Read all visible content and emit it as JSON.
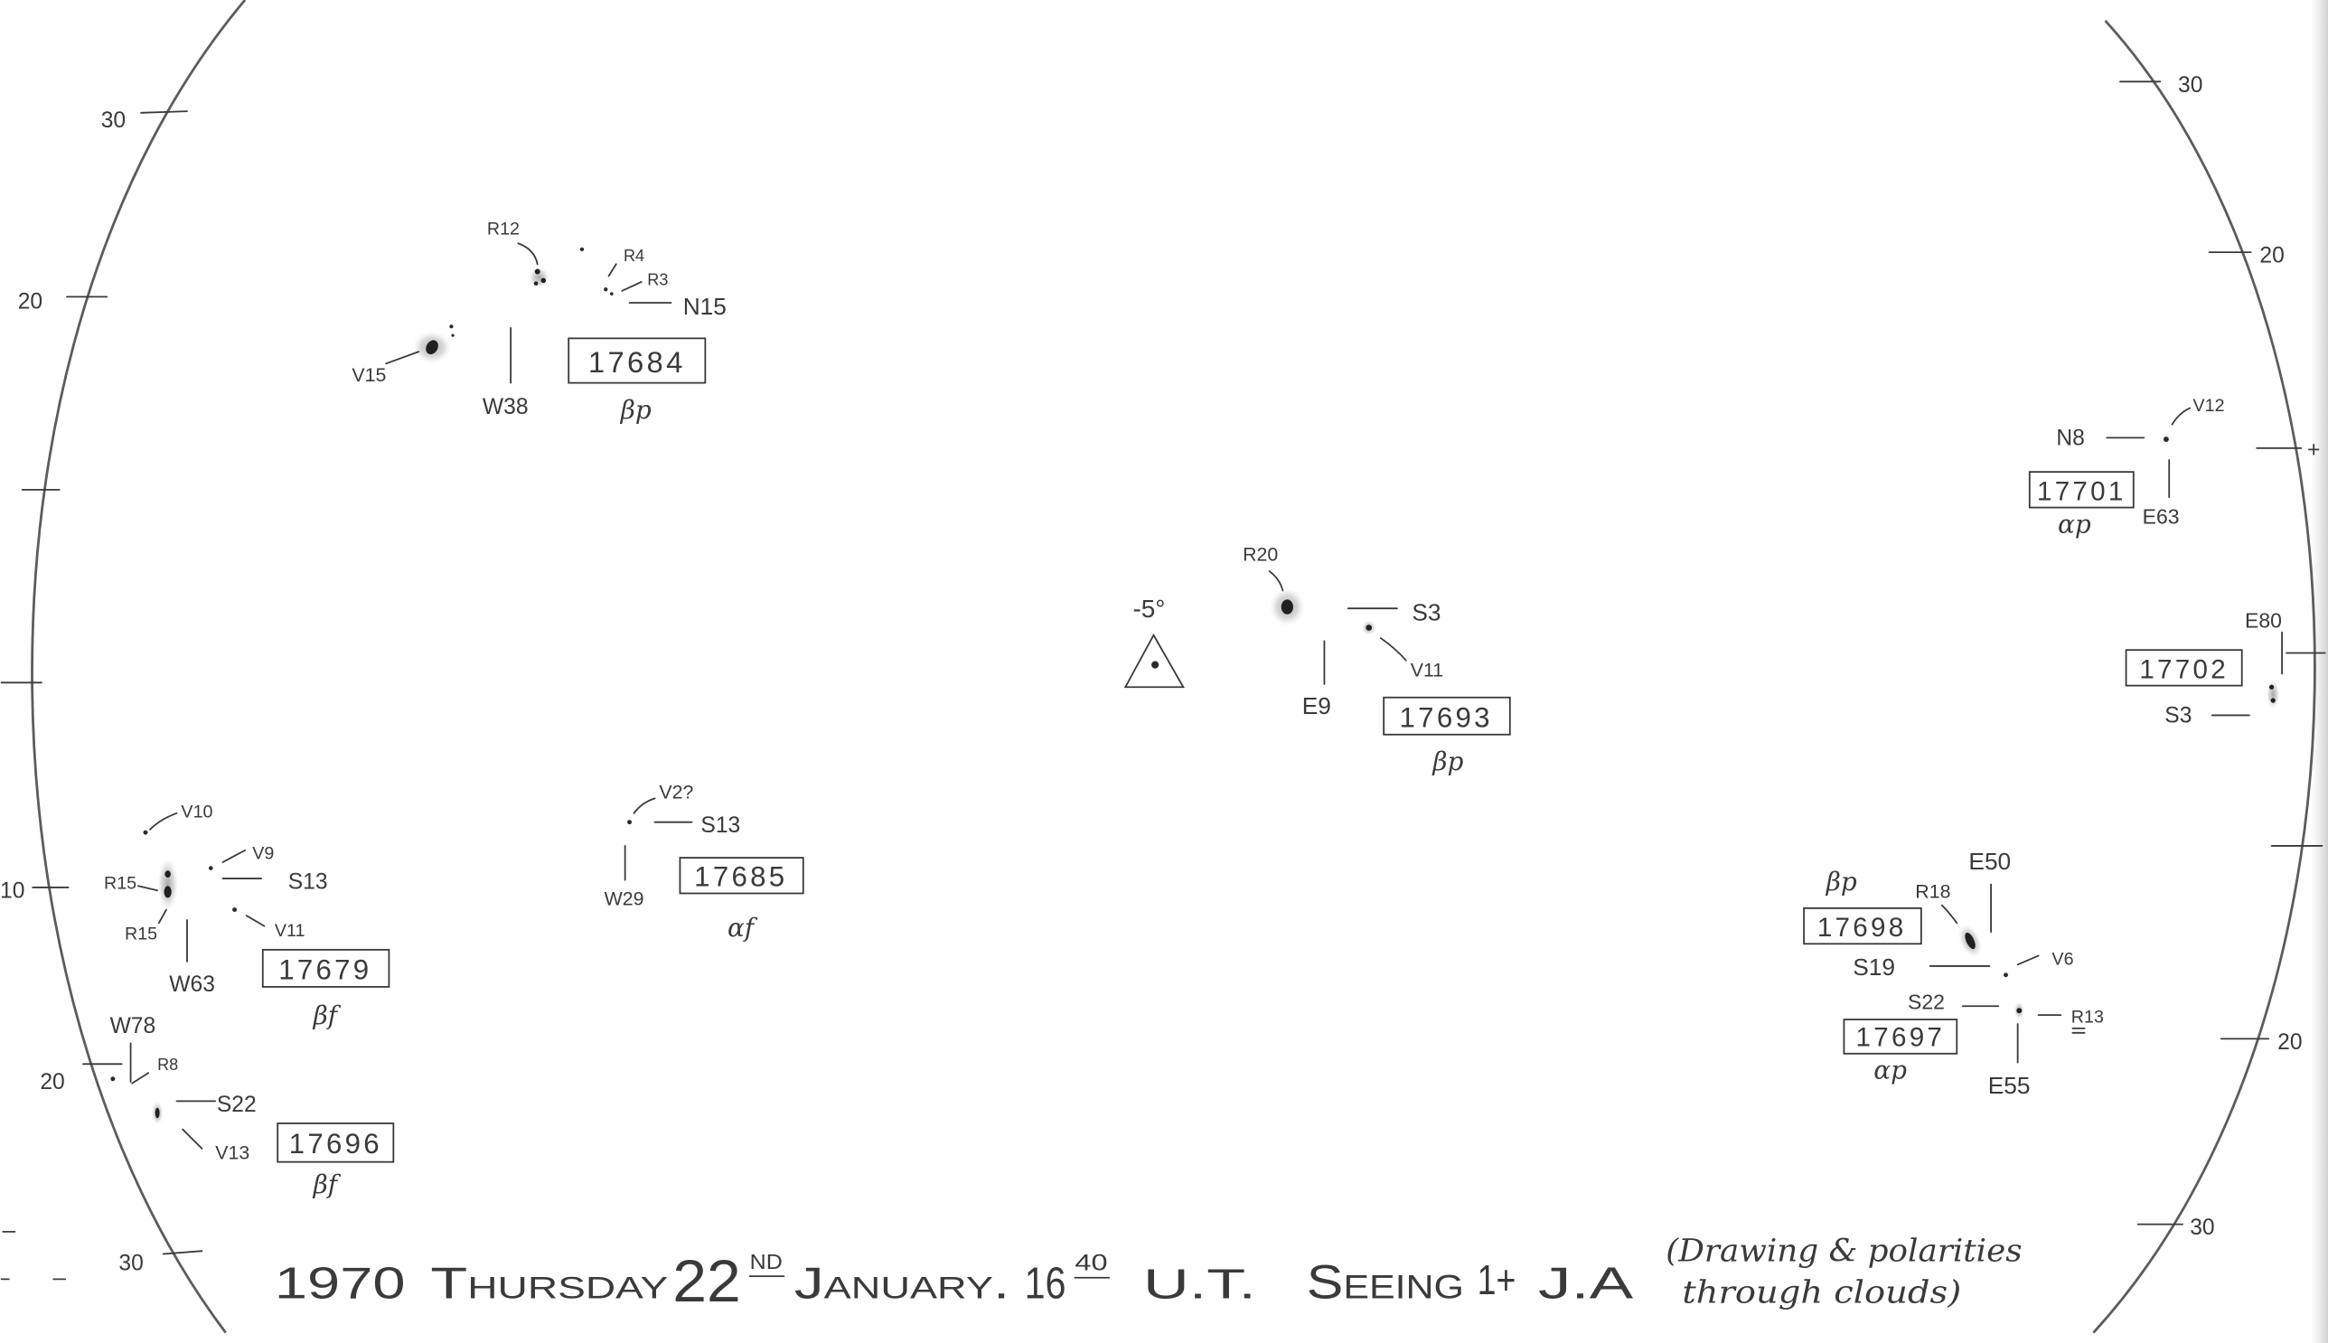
{
  "colors": {
    "paper": "#ffffff",
    "ink": "#3a3a3a",
    "limb": "#5c5c5c"
  },
  "limb_scale": {
    "left": [
      "30",
      "20",
      "10",
      "20",
      "30"
    ],
    "right": [
      "30",
      "20",
      "+",
      "20",
      "30"
    ]
  },
  "reference_marker": {
    "label": "-5°"
  },
  "groups": [
    {
      "number": "17684",
      "class": "βp",
      "labels": [
        "R12",
        "R4",
        "R3",
        "N15",
        "V15",
        "W38"
      ]
    },
    {
      "number": "17693",
      "class": "βp",
      "labels": [
        "R20",
        "S3",
        "V11",
        "E9"
      ]
    },
    {
      "number": "17685",
      "class": "αf",
      "labels": [
        "V2?",
        "S13",
        "W29"
      ]
    },
    {
      "number": "17679",
      "class": "βf",
      "labels": [
        "V10",
        "R15",
        "V9",
        "S13",
        "R15",
        "V11",
        "W63"
      ]
    },
    {
      "number": "17696",
      "class": "βf",
      "labels": [
        "W78",
        "R8",
        "S22",
        "V13"
      ]
    },
    {
      "number": "17701",
      "class": "αp",
      "labels": [
        "N8",
        "V12",
        "E63"
      ]
    },
    {
      "number": "17702",
      "labels": [
        "E80",
        "S3"
      ]
    },
    {
      "number": "17698",
      "class": "βp",
      "labels": [
        "R18",
        "E50",
        "S19",
        "V6"
      ]
    },
    {
      "number": "17697",
      "class": "αp",
      "labels": [
        "S22",
        "R13",
        "E55"
      ]
    }
  ],
  "caption": {
    "year": "1970",
    "weekday": "Thursday",
    "day": "22",
    "day_suffix": "ND",
    "month": "January.",
    "hour": "16",
    "minute": "40",
    "time_scale": "U.T.",
    "seeing_label": "Seeing",
    "seeing_value": "1+",
    "observer": "J.A",
    "note_line1": "(Drawing & polarities",
    "note_line2": "through clouds)"
  }
}
